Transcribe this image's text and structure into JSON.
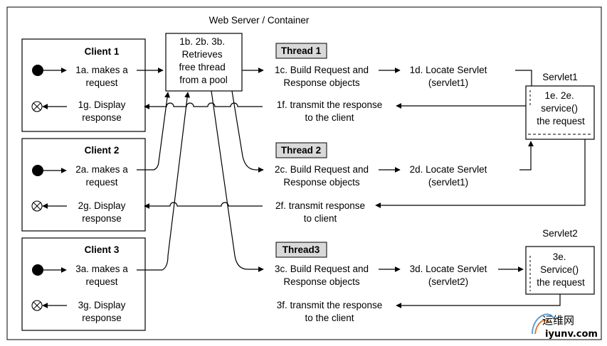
{
  "container_title": "Web Server / Container",
  "pool": {
    "lines": [
      "1b. 2b. 3b.",
      "Retrieves",
      "free thread",
      "from a pool"
    ]
  },
  "clients": [
    {
      "title": "Client 1",
      "request": [
        "1a. makes a",
        "request"
      ],
      "display": [
        "1g. Display",
        "response"
      ]
    },
    {
      "title": "Client 2",
      "request": [
        "2a. makes a",
        "request"
      ],
      "display": [
        "2g. Display",
        "response"
      ]
    },
    {
      "title": "Client 3",
      "request": [
        "3a. makes a",
        "request"
      ],
      "display": [
        "3g. Display",
        "response"
      ]
    }
  ],
  "threads": [
    {
      "label": "Thread 1",
      "build": [
        "1c. Build Request and",
        "Response objects"
      ],
      "locate": [
        "1d. Locate Servlet",
        "(servlet1)"
      ],
      "transmit": [
        "1f. transmit the response",
        "to the client"
      ]
    },
    {
      "label": "Thread 2",
      "build": [
        "2c. Build Request and",
        "Response objects"
      ],
      "locate": [
        "2d. Locate Servlet",
        "(servlet1)"
      ],
      "transmit": [
        "2f. transmit response",
        "to client"
      ]
    },
    {
      "label": "Thread3",
      "build": [
        "3c. Build Request and",
        "Response objects"
      ],
      "locate": [
        "3d. Locate Servlet",
        "(servlet2)"
      ],
      "transmit": [
        "3f. transmit the response",
        "to the client"
      ]
    }
  ],
  "servlets": [
    {
      "title": "Servlet1",
      "lines": [
        "1e. 2e.",
        "service()",
        "the request"
      ]
    },
    {
      "title": "Servlet2",
      "lines": [
        "3e.",
        "Service()",
        "the request"
      ]
    }
  ],
  "watermark": {
    "text_cn": "运维网",
    "text_url": "iyunv.com"
  }
}
